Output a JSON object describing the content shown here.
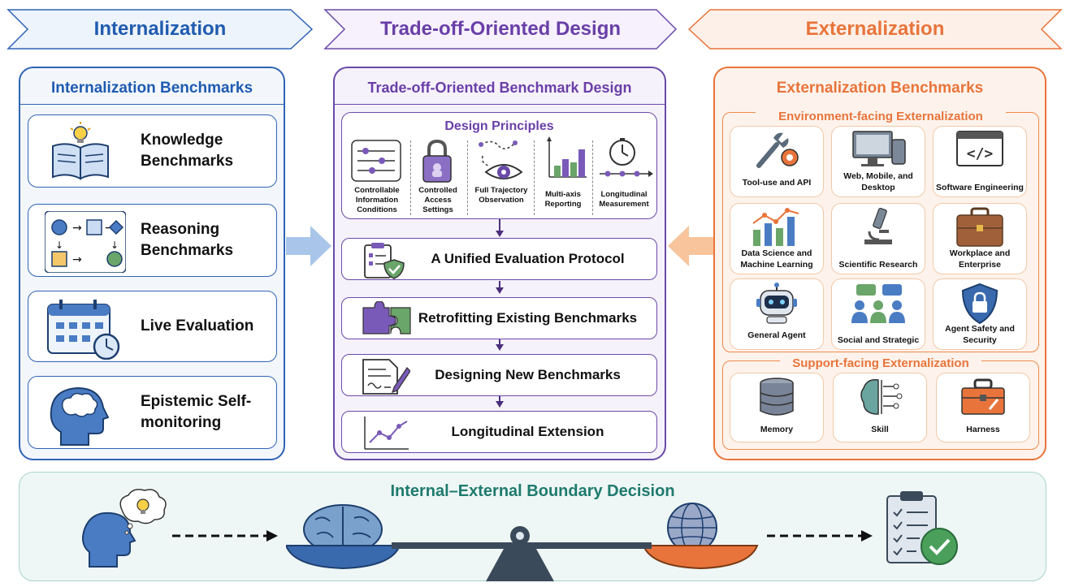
{
  "banners": {
    "left": "Internalization",
    "middle": "Trade-off-Oriented Design",
    "right": "Externalization"
  },
  "left_panel": {
    "title": "Internalization Benchmarks",
    "items": [
      {
        "label": "Knowledge Benchmarks",
        "icon": "open-book-lightbulb-icon"
      },
      {
        "label": "Reasoning Benchmarks",
        "icon": "flowchart-icon"
      },
      {
        "label": "Live Evaluation",
        "icon": "calendar-clock-icon"
      },
      {
        "label": "Epistemic Self-monitoring",
        "icon": "head-thought-icon"
      }
    ]
  },
  "middle_panel": {
    "title": "Trade-off-Oriented Benchmark Design",
    "principles_title": "Design Principles",
    "principles": [
      {
        "label": "Controllable Information Conditions",
        "icon": "sliders-icon"
      },
      {
        "label": "Controlled Access Settings",
        "icon": "padlock-icon"
      },
      {
        "label": "Full Trajectory Observation",
        "icon": "eye-trajectory-icon"
      },
      {
        "label": "Multi-axis Reporting",
        "icon": "bar-chart-icon"
      },
      {
        "label": "Longitudinal Measurement",
        "icon": "stopwatch-timeline-icon"
      }
    ],
    "steps": [
      {
        "label": "A Unified Evaluation Protocol",
        "icon": "clipboard-shield-icon"
      },
      {
        "label": "Retrofitting Existing Benchmarks",
        "icon": "puzzle-icon"
      },
      {
        "label": "Designing New Benchmarks",
        "icon": "document-pen-icon"
      },
      {
        "label": "Longitudinal Extension",
        "icon": "line-chart-icon"
      }
    ]
  },
  "right_panel": {
    "title": "Externalization Benchmarks",
    "env_title": "Environment-facing Externalization",
    "env_items": [
      {
        "label": "Tool-use and API",
        "icon": "tools-gear-icon"
      },
      {
        "label": "Web, Mobile, and Desktop",
        "icon": "devices-icon"
      },
      {
        "label": "Software Engineering",
        "icon": "code-window-icon"
      },
      {
        "label": "Data Science and Machine Learning",
        "icon": "data-chart-icon"
      },
      {
        "label": "Scientific Research",
        "icon": "microscope-icon"
      },
      {
        "label": "Workplace and Enterprise",
        "icon": "briefcase-icon"
      },
      {
        "label": "General Agent",
        "icon": "robot-icon"
      },
      {
        "label": "Social and Strategic",
        "icon": "people-chat-icon"
      },
      {
        "label": "Agent Safety and Security",
        "icon": "shield-lock-icon"
      }
    ],
    "support_title": "Support-facing Externalization",
    "support_items": [
      {
        "label": "Memory",
        "icon": "database-icon"
      },
      {
        "label": "Skill",
        "icon": "brain-circuit-icon"
      },
      {
        "label": "Harness",
        "icon": "toolbox-icon"
      }
    ]
  },
  "bottom_panel": {
    "title": "Internal–External Boundary Decision",
    "icons": [
      "head-idea-icon",
      "brain-icon",
      "balance-scale-icon",
      "globe-icon",
      "checklist-icon"
    ]
  },
  "colors": {
    "blue": "#2f64b4",
    "purple": "#6a4aa8",
    "orange": "#e8743b",
    "teal": "#1f7a6e"
  }
}
